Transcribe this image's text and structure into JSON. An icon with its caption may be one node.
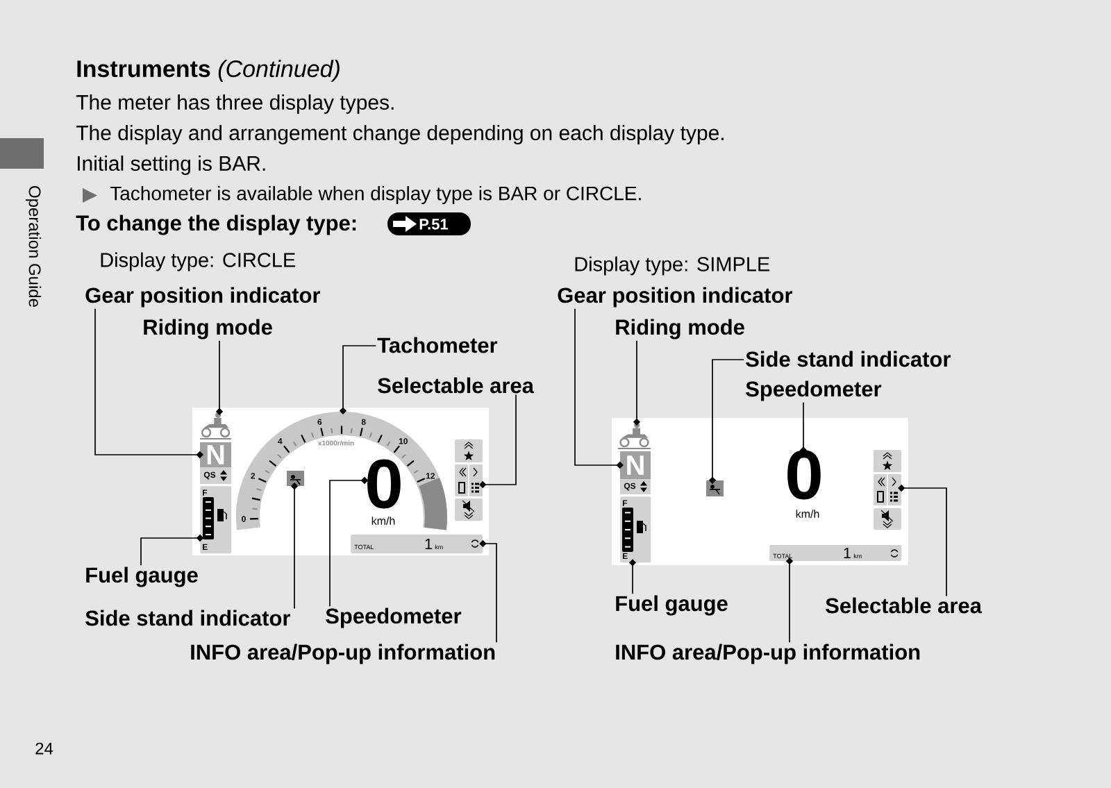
{
  "diagram": {
    "title": "**Instruments** *(Continued)*",
    "nodes": [
      {
        "text": [
          "Gear position indicator"
        ]
      },
      {
        "text": [
          "Riding mode"
        ]
      },
      {
        "text": [
          "Tachometer"
        ]
      },
      {
        "text": [
          "Selectable area"
        ]
      },
      {
        "text": [],
        "shape": "box"
      },
      {
        "text": [],
        "shape": "picture",
        "in": 4
      },
      {
        "text": [
          "N"
        ],
        "in": 4
      },
      {
        "text": [],
        "shape": "arc",
        "in": 4
      },
      {
        "text": [],
        "shape": "box",
        "in": 4
      },
      {
        "text": [
          "0"
        ],
        "in": 4
      },
      {
        "text": [],
        "shape": "box",
        "in": 4
      },
      {
        "text": [
          "F",
          "E"
        ],
        "in": 4
      },
      {
        "text": [
          "TOTAL",
          "1",
          "km"
        ],
        "in": 4
      },
      {
        "text": [
          "Fuel gauge"
        ]
      },
      {
        "text": [
          "Side stand indicator"
        ]
      },
      {
        "text": [
          "Speedometer"
        ]
      },
      {
        "text": [
          "INFO area/Pop-up information"
        ]
      },
      {
        "text": [
          "Gear position indicator"
        ]
      },
      {
        "text": [
          "Riding mode"
        ]
      },
      {
        "text": [
          "Side stand indicator"
        ]
      },
      {
        "text": [
          "Speedometer"
        ]
      },
      {
        "text": [],
        "shape": "box"
      },
      {
        "text": [],
        "shape": "picture",
        "in": 21
      },
      {
        "text": [
          "N"
        ],
        "in": 21
      },
      {
        "text": [],
        "shape": "box",
        "in": 21
      },
      {
        "text": [
          "0"
        ],
        "in": 21
      },
      {
        "text": [],
        "shape": "box",
        "in": 21
      },
      {
        "text": [
          "F",
          "E"
        ],
        "in": 21
      },
      {
        "text": [
          "TOTAL",
          "1",
          "km"
        ],
        "in": 21
      },
      {
        "text": [
          "Fuel gauge"
        ]
      },
      {
        "text": [
          "Selectable area"
        ]
      },
      {
        "text": [
          "INFO area/Pop-up information"
        ]
      }
    ],
    "edges": [
      {
        "from": 0,
        "to": 6,
        "arrow": "other"
      },
      {
        "from": 1,
        "to": 5,
        "arrow": "other"
      },
      {
        "from": 2,
        "to": 7,
        "arrow": "other"
      },
      {
        "from": 3,
        "to": 10,
        "arrow": "other"
      },
      {
        "from": 13,
        "to": 11,
        "arrow": "other"
      },
      {
        "from": 14,
        "to": 8,
        "arrow": "other"
      },
      {
        "from": 15,
        "to": 9,
        "arrow": "other"
      },
      {
        "from": 16,
        "to": 12,
        "arrow": "other"
      },
      {
        "from": 17,
        "to": 23,
        "arrow": "other"
      },
      {
        "from": 18,
        "to": 22,
        "arrow": "other"
      },
      {
        "from": 19,
        "to": 24,
        "arrow": "other"
      },
      {
        "from": 20,
        "to": 25,
        "arrow": "other"
      },
      {
        "from": 29,
        "to": 27,
        "arrow": "other"
      },
      {
        "from": 30,
        "to": 26,
        "arrow": "other"
      },
      {
        "from": 31,
        "to": 28,
        "arrow": "other"
      }
    ],
    "labels": [
      "The meter has three display types.",
      "The display and arrangement change depending on each display type.",
      "Initial setting is BAR.",
      "Tachometer is available when display type is BAR or CIRCLE.",
      "To change the display type:",
      "P.51",
      "Display type: CIRCLE",
      "Display type: SIMPLE",
      "6",
      "8",
      "4",
      "x1000r/min",
      "10",
      "2",
      "QS",
      "12",
      "0",
      "km/h",
      "QS",
      "km/h",
      "Operation Guide",
      "24"
    ]
  }
}
